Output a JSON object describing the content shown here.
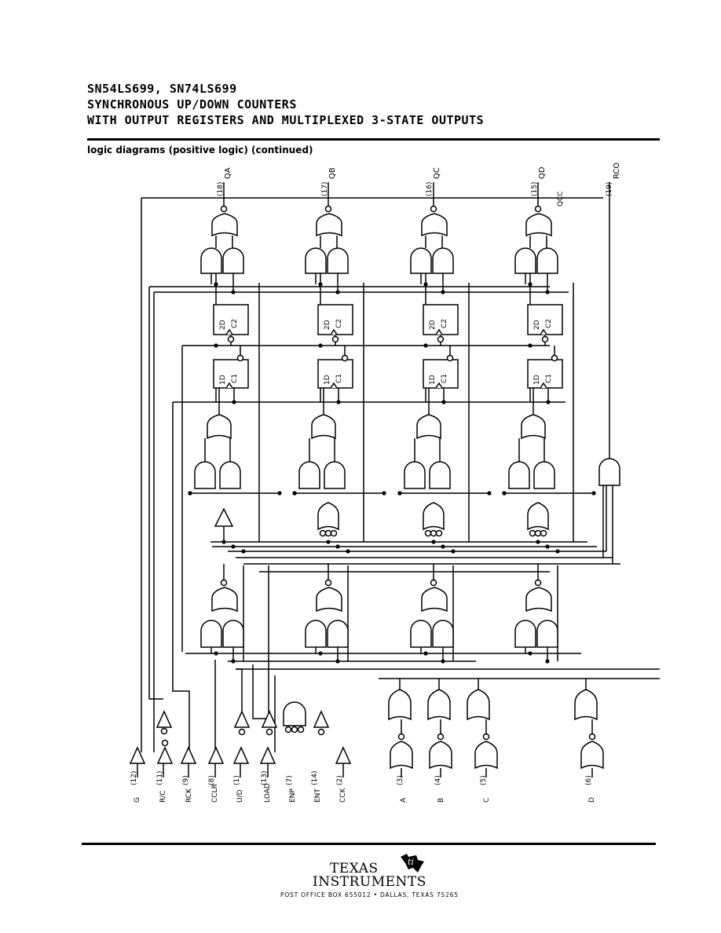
{
  "header": {
    "line1": "SN54LS699, SN74LS699",
    "line2": "SYNCHRONOUS UP/DOWN COUNTERS",
    "line3": "WITH OUTPUT REGISTERS AND MULTIPLEXED 3-STATE OUTPUTS"
  },
  "caption": "logic diagrams (positive logic) (continued)",
  "outputs": [
    {
      "pin": "(18)",
      "name": "QA"
    },
    {
      "pin": "(17)",
      "name": "QB"
    },
    {
      "pin": "(16)",
      "name": "QC"
    },
    {
      "pin": "(15)",
      "name": "QD"
    },
    {
      "pin": "(19)",
      "name": "RCO"
    }
  ],
  "qcc_label": "QCC",
  "register_labels": {
    "d2": "2D",
    "c2": "C2",
    "d1": "1D",
    "c1": "C1"
  },
  "inputs": [
    {
      "pin": "(12)",
      "name": "G"
    },
    {
      "pin": "(11)",
      "name": "R/C"
    },
    {
      "pin": "(9)",
      "name": "RCK"
    },
    {
      "pin": "(8)",
      "name": "CCLR"
    },
    {
      "pin": "(1)",
      "name": "U/D"
    },
    {
      "pin": "(13)",
      "name": "LOAD"
    },
    {
      "pin": "(7)",
      "name": "ENP"
    },
    {
      "pin": "(14)",
      "name": "ENT"
    },
    {
      "pin": "(2)",
      "name": "CCK"
    },
    {
      "pin": "(3)",
      "name": "A"
    },
    {
      "pin": "(4)",
      "name": "B"
    },
    {
      "pin": "(5)",
      "name": "C"
    },
    {
      "pin": "(6)",
      "name": "D"
    }
  ],
  "footer": {
    "brand_line1": "TEXAS",
    "brand_line2": "INSTRUMENTS",
    "address": "POST OFFICE BOX 655012 • DALLAS, TEXAS 75265"
  }
}
